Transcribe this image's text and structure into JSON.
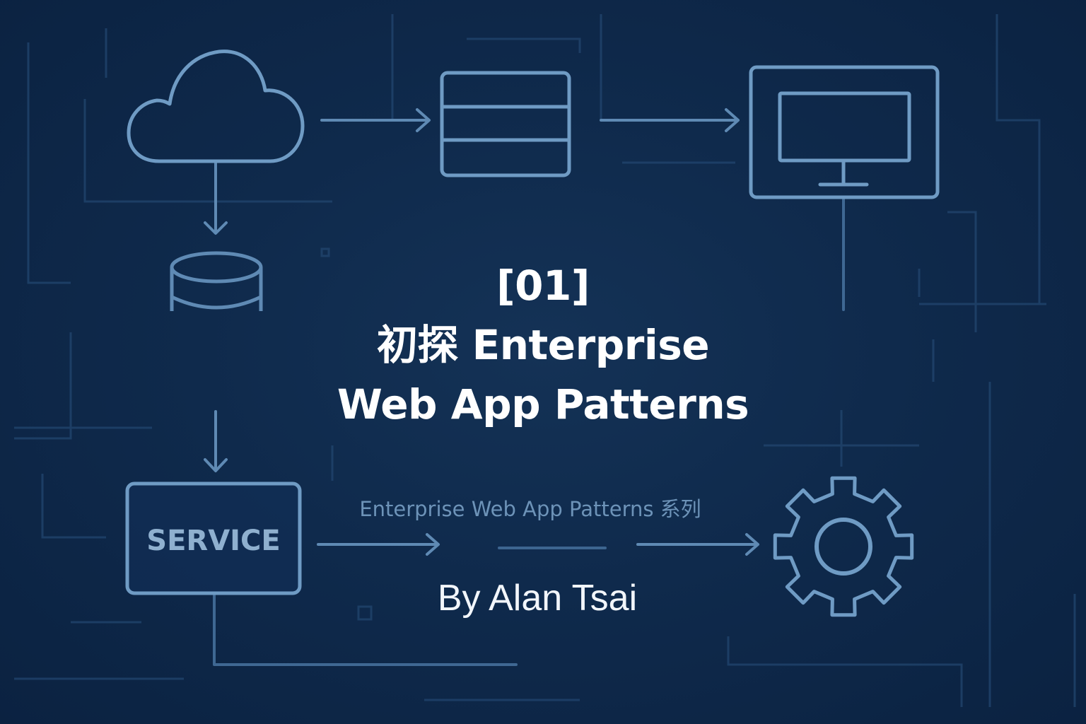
{
  "title": {
    "number": "[01]",
    "line1": "初探 Enterprise",
    "line2": "Web App Patterns"
  },
  "series_label": "Enterprise Web App Patterns 系列",
  "author": "By Alan Tsai",
  "diagram": {
    "service_label": "SERVICE",
    "icons": [
      "cloud-icon",
      "table-icon",
      "monitor-icon",
      "database-icon",
      "service-box",
      "gear-icon"
    ]
  },
  "colors": {
    "background": "#0f2a4c",
    "line": "#6f9bc4",
    "faint_line": "#244a73",
    "title_text": "#ffffff",
    "series_text": "#6d93b8"
  }
}
